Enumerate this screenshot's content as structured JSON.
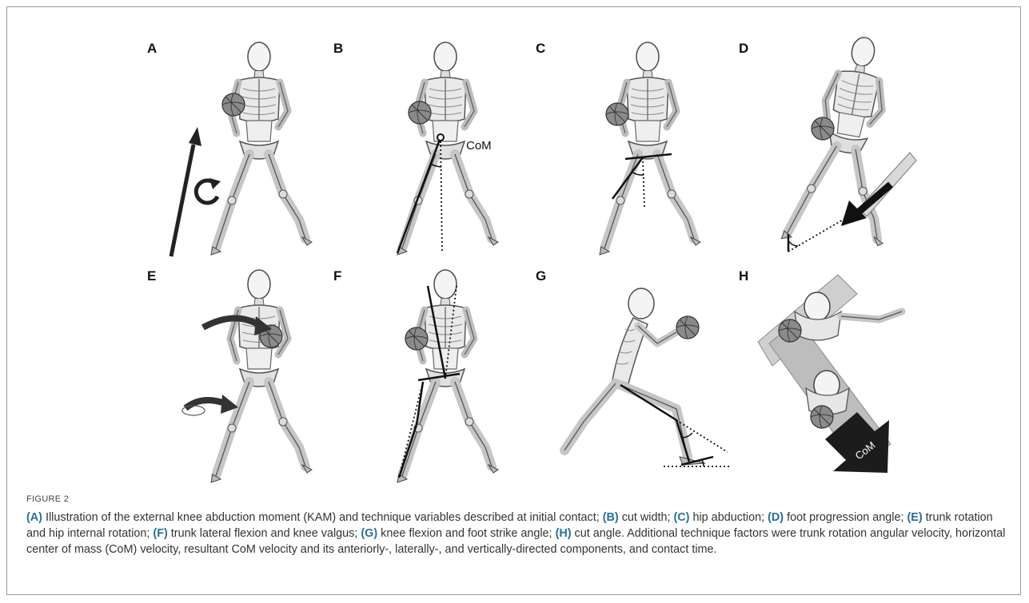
{
  "figure": {
    "panels": [
      {
        "id": "a",
        "label": "A"
      },
      {
        "id": "b",
        "label": "B",
        "annotation": "CoM"
      },
      {
        "id": "c",
        "label": "C"
      },
      {
        "id": "d",
        "label": "D"
      },
      {
        "id": "e",
        "label": "E"
      },
      {
        "id": "f",
        "label": "F"
      },
      {
        "id": "g",
        "label": "G"
      },
      {
        "id": "h",
        "label": "H",
        "annotation": "CoM"
      }
    ]
  },
  "caption": {
    "figure_label": "FIGURE 2",
    "segments": [
      {
        "id": "a",
        "marker": "(A)",
        "text": " Illustration of the external knee abduction moment (KAM) and technique variables described at initial contact; "
      },
      {
        "id": "b",
        "marker": "(B)",
        "text": " cut width; "
      },
      {
        "id": "c",
        "marker": "(C)",
        "text": " hip abduction; "
      },
      {
        "id": "d",
        "marker": "(D)",
        "text": " foot progression angle; "
      },
      {
        "id": "e",
        "marker": "(E)",
        "text": " trunk rotation and hip internal rotation; "
      },
      {
        "id": "f",
        "marker": "(F)",
        "text": " trunk lateral flexion and knee valgus; "
      },
      {
        "id": "g",
        "marker": "(G)",
        "text": " knee flexion and foot strike angle; "
      },
      {
        "id": "h",
        "marker": "(H)",
        "text": " cut angle. Additional technique factors were trunk rotation angular velocity, horizontal center of mass (CoM) velocity, resultant CoM velocity and its anteriorly-, laterally-, and vertically-directed components, and contact time."
      }
    ]
  },
  "colors": {
    "frame": "#9a9a9a",
    "accent": "#2a6f97",
    "skeleton_fill": "#e9e9e9",
    "skeleton_stroke": "#5a5a5a",
    "ball": "#8a8a8a",
    "arrow": "#222222"
  }
}
